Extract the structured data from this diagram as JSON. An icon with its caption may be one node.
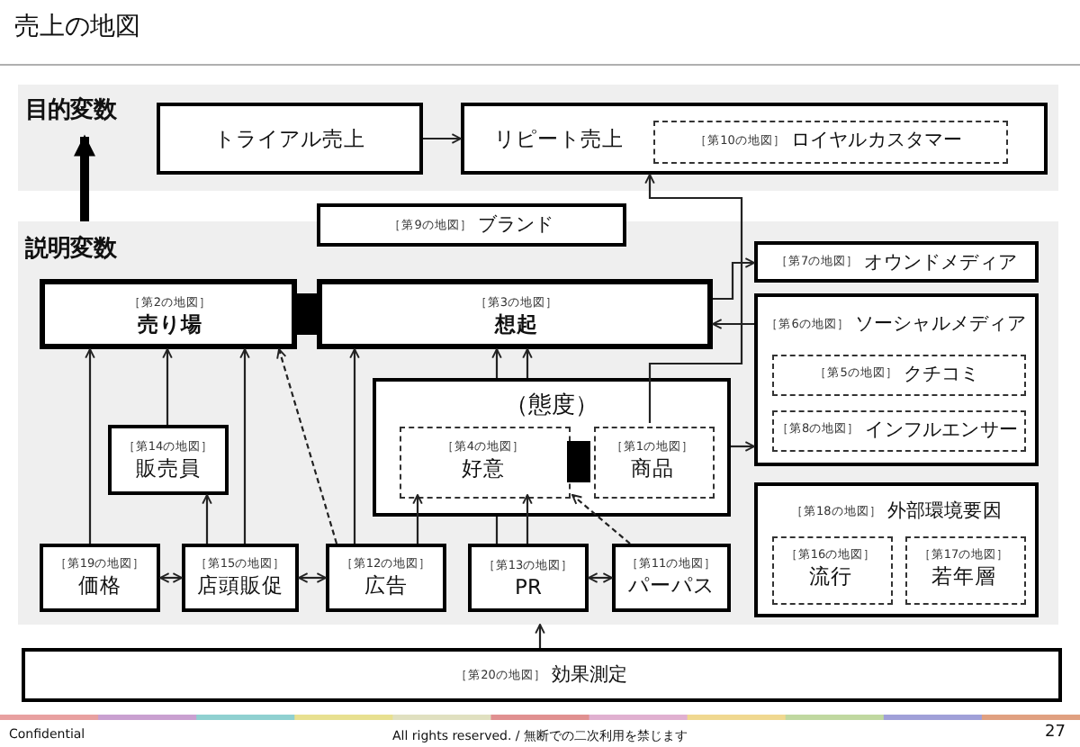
{
  "diagram": {
    "title": "売上の地図",
    "nodes": [
      {
        "text": [
          "目的変数"
        ]
      },
      {
        "text": [
          "トライアル売上"
        ],
        "in": 0
      },
      {
        "text": [
          "リピート売上"
        ],
        "in": 0
      },
      {
        "text": [
          "［第10の地図］",
          "ロイヤルカスタマー"
        ],
        "in": 2
      },
      {
        "text": [
          "説明変数"
        ]
      },
      {
        "text": [
          "［第9の地図］",
          "ブランド"
        ]
      },
      {
        "text": [
          "［第2の地図］",
          "売り場"
        ],
        "in": 4
      },
      {
        "text": [
          "［第3の地図］",
          "想起"
        ],
        "in": 4
      },
      {
        "text": [
          "［第7の地図］",
          "オウンドメディア"
        ],
        "in": 4
      },
      {
        "text": [
          "［第6の地図］",
          "ソーシャルメディア"
        ],
        "in": 4
      },
      {
        "text": [
          "［第5の地図］",
          "クチコミ"
        ],
        "in": 9
      },
      {
        "text": [
          "［第8の地図］",
          "インフルエンサー"
        ],
        "in": 9
      },
      {
        "text": [
          "（態度）"
        ],
        "in": 4
      },
      {
        "text": [
          "［第4の地図］",
          "好意"
        ],
        "in": 12
      },
      {
        "text": [
          "［第1の地図］",
          "商品"
        ],
        "in": 12
      },
      {
        "text": [
          "［第14の地図］",
          "販売員"
        ],
        "in": 4
      },
      {
        "text": [
          "［第18の地図］",
          "外部環境要因"
        ],
        "in": 4
      },
      {
        "text": [
          "［第16の地図］",
          "流行"
        ],
        "in": 16
      },
      {
        "text": [
          "［第17の地図］",
          "若年層"
        ],
        "in": 16
      },
      {
        "text": [
          "［第19の地図］",
          "価格"
        ],
        "in": 4
      },
      {
        "text": [
          "［第15の地図］",
          "店頭販促"
        ],
        "in": 4
      },
      {
        "text": [
          "［第12の地図］",
          "広告"
        ],
        "in": 4
      },
      {
        "text": [
          "［第13の地図］",
          "PR"
        ],
        "in": 4
      },
      {
        "text": [
          "［第11の地図］",
          "パーパス"
        ],
        "in": 4
      },
      {
        "text": [
          "［第20の地図］",
          "効果測定"
        ]
      }
    ],
    "edges": [
      {
        "from": 4,
        "to": 0,
        "arrow": "to",
        "style": "thick"
      },
      {
        "from": 1,
        "to": 2,
        "arrow": "to"
      },
      {
        "from": 14,
        "to": 2,
        "arrow": "to"
      },
      {
        "from": 7,
        "to": 8,
        "arrow": "to"
      },
      {
        "from": 9,
        "to": 7,
        "arrow": "to"
      },
      {
        "from": 12,
        "to": 9,
        "arrow": "to"
      },
      {
        "from": 6,
        "to": 7,
        "arrow": "none",
        "style": "thick"
      },
      {
        "from": 13,
        "to": 14,
        "arrow": "none",
        "style": "thick"
      },
      {
        "from": 19,
        "to": 6,
        "arrow": "to"
      },
      {
        "from": 15,
        "to": 6,
        "arrow": "to"
      },
      {
        "from": 20,
        "to": 6,
        "arrow": "to"
      },
      {
        "from": 21,
        "to": 6,
        "arrow": "to",
        "style": "dashed"
      },
      {
        "from": 20,
        "to": 15,
        "arrow": "to"
      },
      {
        "from": 19,
        "to": 20,
        "arrow": "both"
      },
      {
        "from": 20,
        "to": 21,
        "arrow": "both"
      },
      {
        "from": 21,
        "to": 7,
        "arrow": "to"
      },
      {
        "from": 21,
        "to": 13,
        "arrow": "to"
      },
      {
        "from": 22,
        "to": 12,
        "arrow": "none"
      },
      {
        "from": 22,
        "to": 13,
        "arrow": "to"
      },
      {
        "from": 12,
        "to": 7,
        "arrow": "to"
      },
      {
        "from": 12,
        "to": 7,
        "arrow": "to"
      },
      {
        "from": 22,
        "to": 23,
        "arrow": "both"
      },
      {
        "from": 23,
        "to": 13,
        "arrow": "to",
        "style": "dashed"
      },
      {
        "from": 24,
        "to": 4,
        "arrow": "to"
      }
    ],
    "labels": [
      "Confidential",
      "All rights reserved. / 無断での二次利用を禁じます",
      "27"
    ]
  }
}
